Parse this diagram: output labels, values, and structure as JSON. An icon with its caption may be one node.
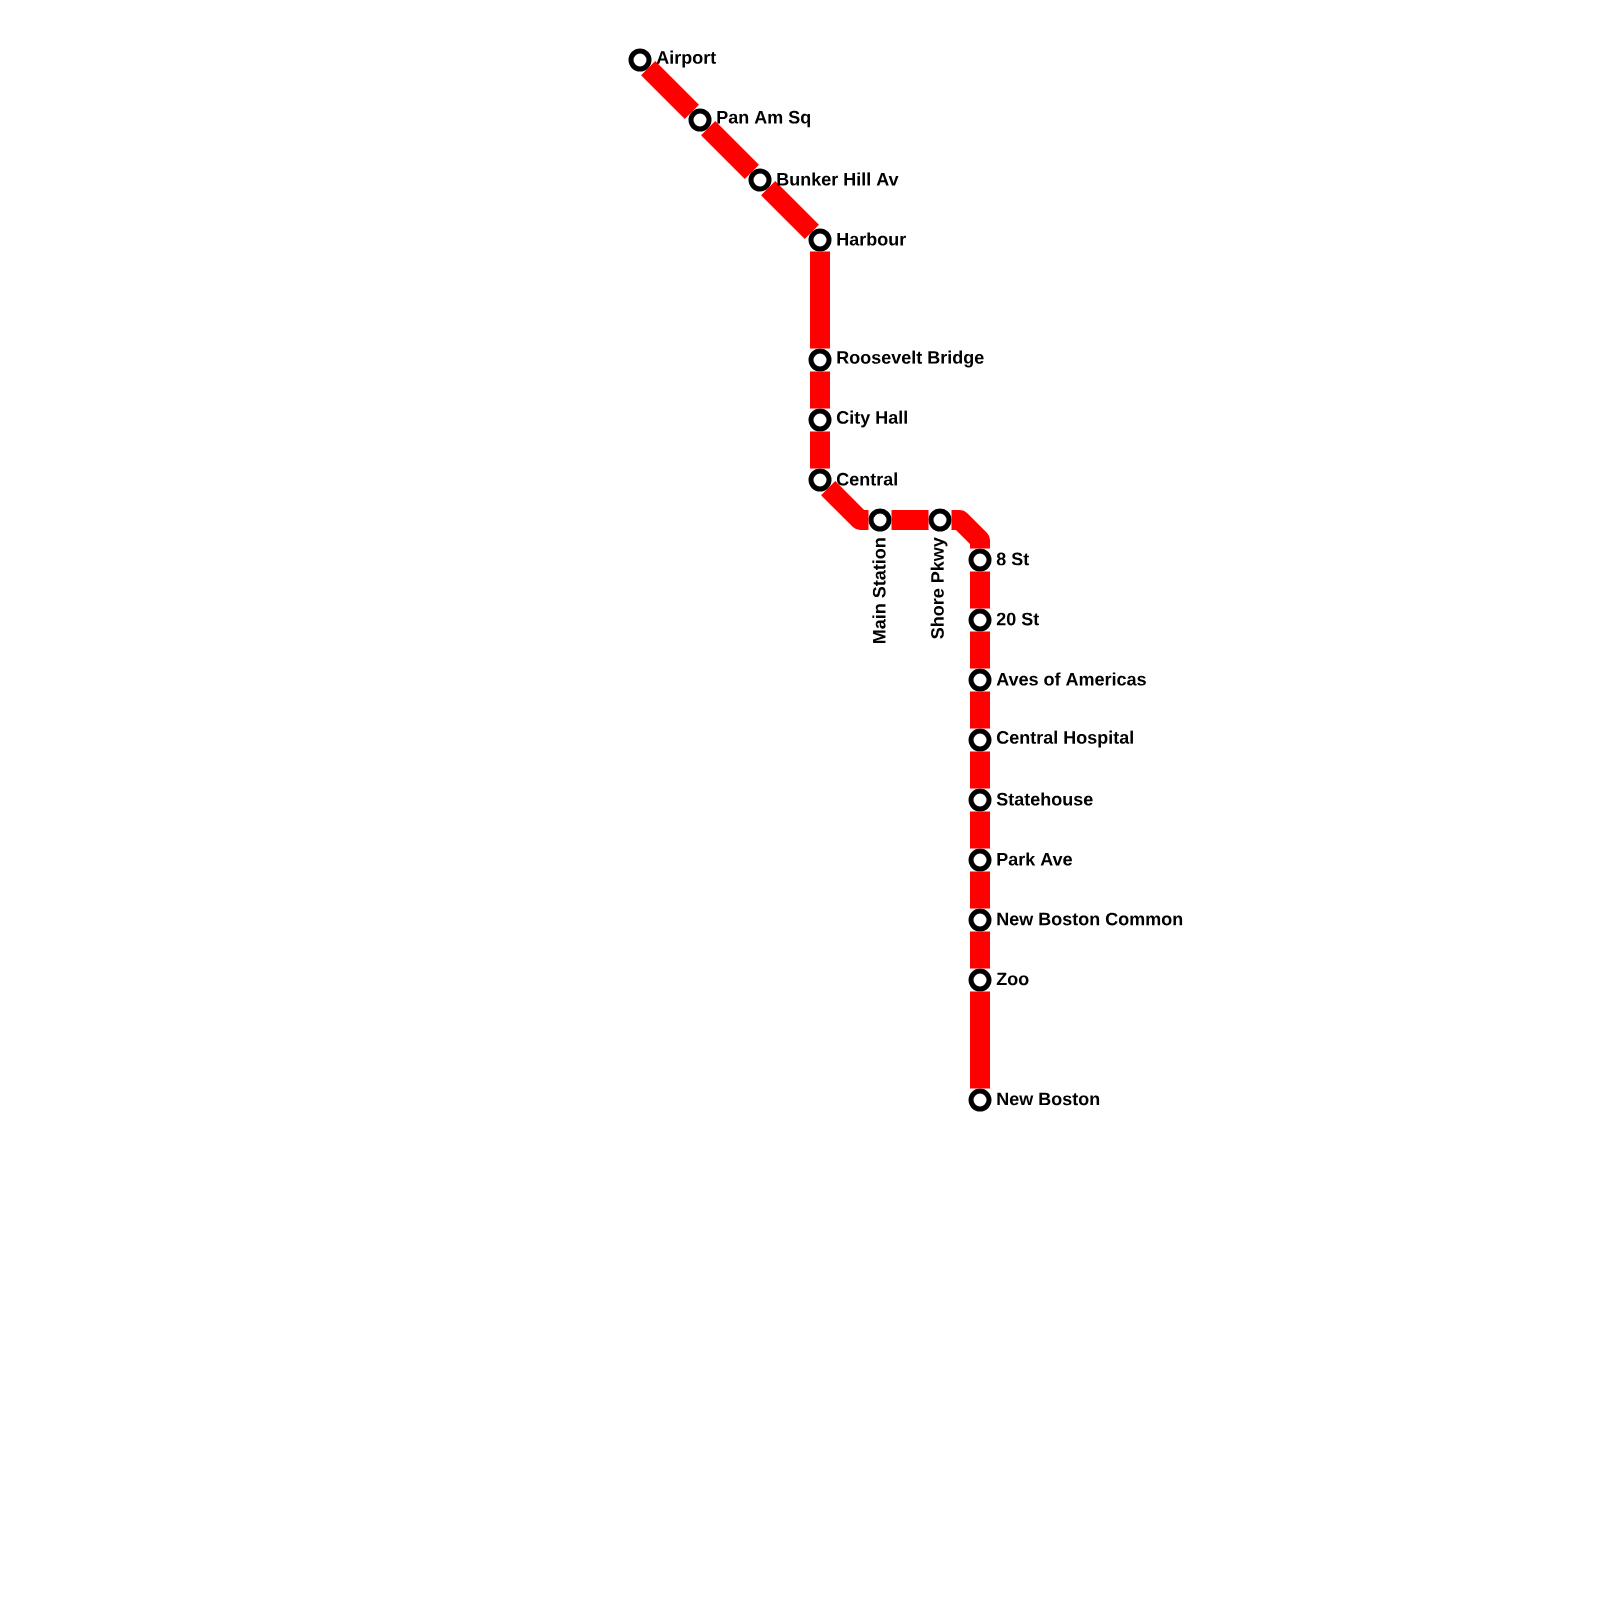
{
  "diagram": {
    "nodes": [
      {
        "text": [],
        "shape": "circle",
        "beside": [
          "Airport"
        ]
      },
      {
        "text": [],
        "shape": "circle",
        "beside": [
          "Pan Am Sq"
        ]
      },
      {
        "text": [],
        "shape": "circle",
        "beside": [
          "Bunker Hill Av"
        ]
      },
      {
        "text": [],
        "shape": "circle",
        "beside": [
          "Harbour"
        ]
      },
      {
        "text": [],
        "shape": "circle",
        "beside": [
          "Roosevelt Bridge"
        ]
      },
      {
        "text": [],
        "shape": "circle",
        "beside": [
          "City Hall"
        ]
      },
      {
        "text": [],
        "shape": "circle",
        "beside": [
          "Central"
        ]
      },
      {
        "text": [],
        "shape": "circle",
        "beside": [
          "Main Station"
        ]
      },
      {
        "text": [],
        "shape": "circle",
        "beside": [
          "Shore Pkwy"
        ]
      },
      {
        "text": [],
        "shape": "circle",
        "beside": [
          "8 St"
        ]
      },
      {
        "text": [],
        "shape": "circle",
        "beside": [
          "20 St"
        ]
      },
      {
        "text": [],
        "shape": "circle",
        "beside": [
          "Aves of Americas"
        ]
      },
      {
        "text": [],
        "shape": "circle",
        "beside": [
          "Central Hospital"
        ]
      },
      {
        "text": [],
        "shape": "circle",
        "beside": [
          "Statehouse"
        ]
      },
      {
        "text": [],
        "shape": "circle",
        "beside": [
          "Park Ave"
        ]
      },
      {
        "text": [],
        "shape": "circle",
        "beside": [
          "New Boston Common"
        ]
      },
      {
        "text": [],
        "shape": "circle",
        "beside": [
          "Zoo"
        ]
      },
      {
        "text": [],
        "shape": "circle",
        "beside": [
          "New Boston"
        ]
      }
    ],
    "edges": [
      {
        "from": 0,
        "to": 1,
        "arrow": "none"
      },
      {
        "from": 1,
        "to": 2,
        "arrow": "none"
      },
      {
        "from": 2,
        "to": 3,
        "arrow": "none"
      },
      {
        "from": 3,
        "to": 4,
        "arrow": "none"
      },
      {
        "from": 4,
        "to": 5,
        "arrow": "none"
      },
      {
        "from": 5,
        "to": 6,
        "arrow": "none"
      },
      {
        "from": 6,
        "to": 7,
        "arrow": "none"
      },
      {
        "from": 7,
        "to": 8,
        "arrow": "none"
      },
      {
        "from": 8,
        "to": 9,
        "arrow": "none"
      },
      {
        "from": 9,
        "to": 10,
        "arrow": "none"
      },
      {
        "from": 10,
        "to": 11,
        "arrow": "none"
      },
      {
        "from": 11,
        "to": 12,
        "arrow": "none"
      },
      {
        "from": 12,
        "to": 13,
        "arrow": "none"
      },
      {
        "from": 13,
        "to": 14,
        "arrow": "none"
      },
      {
        "from": 14,
        "to": 15,
        "arrow": "none"
      },
      {
        "from": 15,
        "to": 16,
        "arrow": "none"
      },
      {
        "from": 16,
        "to": 17,
        "arrow": "none"
      }
    ]
  }
}
